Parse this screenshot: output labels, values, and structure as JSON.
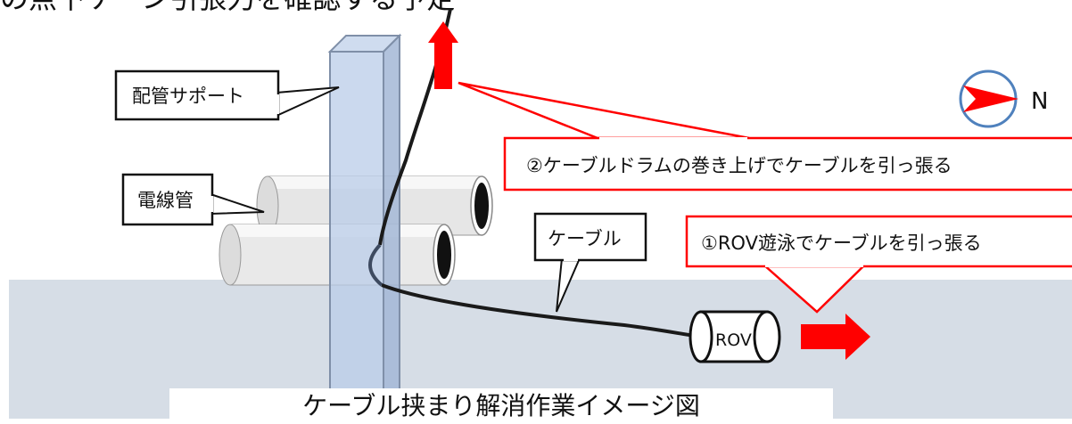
{
  "title_text": "の点下ケーン引張力を確認する予定",
  "labels": {
    "pipe_support": "配管サポート",
    "conduit": "電線管",
    "cable": "ケーブル",
    "rov": "ROV",
    "north": "N",
    "step1": "①ROV遊泳でケーブルを引っ張る",
    "step2": "②ケーブルドラムの巻き上げでケーブルを引っ張る"
  },
  "caption": "ケーブル挟まり解消作業イメージ図",
  "colors": {
    "water": "#d6dde6",
    "support": "#b9cce8",
    "support_edge": "#7f8fa8",
    "arrow": "#ff0000",
    "callout_red": "#ff0000",
    "compass_ring": "#4f81bd",
    "cable": "#1a1a1a"
  }
}
